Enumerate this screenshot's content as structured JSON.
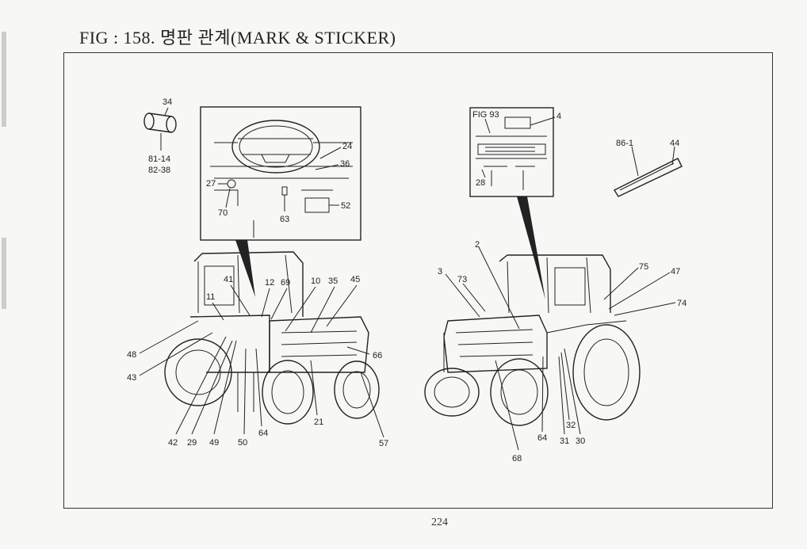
{
  "page": {
    "title": "FIG : 158. 명판 관계(MARK & STICKER)",
    "page_number": "224"
  },
  "callouts": {
    "n34": "34",
    "n81_14": "81-14",
    "n82_38": "82-38",
    "n24": "24",
    "n36": "36",
    "n27": "27",
    "n70": "70",
    "n63": "63",
    "n52": "52",
    "fig93": "FIG 93",
    "n4": "4",
    "n28": "28",
    "n86_1": "86-1",
    "n44": "44",
    "n41": "41",
    "n12": "12",
    "n69": "69",
    "n10": "10",
    "n35": "35",
    "n45": "45",
    "n11": "11",
    "n48": "48",
    "n43": "43",
    "n66": "66",
    "n42": "42",
    "n29": "29",
    "n49": "49",
    "n50": "50",
    "n64a": "64",
    "n21": "21",
    "n57": "57",
    "n2": "2",
    "n3": "3",
    "n73": "73",
    "n75": "75",
    "n47": "47",
    "n74": "74",
    "n64b": "64",
    "n31": "31",
    "n32": "32",
    "n30": "30",
    "n68": "68"
  }
}
